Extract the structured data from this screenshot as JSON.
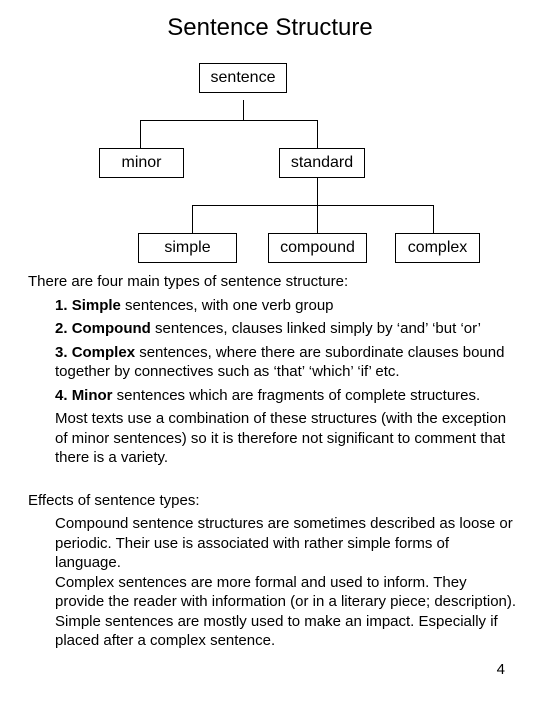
{
  "title": "Sentence Structure",
  "tree": {
    "root": "sentence",
    "level1": [
      "minor",
      "standard"
    ],
    "level2": [
      "simple",
      "compound",
      "complex"
    ]
  },
  "intro": "There are four main types of sentence structure:",
  "types": [
    {
      "num": "1.",
      "name": "Simple",
      "desc": " sentences, with one verb group"
    },
    {
      "num": "2.",
      "name": "Compound",
      "desc": " sentences, clauses linked simply by ‘and’ ‘but ‘or’"
    },
    {
      "num": "3.",
      "name": "Complex",
      "desc": " sentences, where there are subordinate clauses bound together by connectives such as ‘that’ ‘which’ ‘if’ etc."
    },
    {
      "num": "4.",
      "name": "Minor",
      "desc": " sentences which are fragments of complete structures."
    }
  ],
  "most_texts": "Most texts use a combination of these structures (with the exception of minor sentences) so it is therefore not significant to comment that there is a variety.",
  "effects_heading": "Effects of sentence types:",
  "effects": [
    "Compound sentence structures are sometimes described as loose or periodic. Their use is associated with rather simple forms of language.",
    "Complex sentences are more formal and used to inform. They provide the reader with information (or in a literary piece; description).",
    "Simple sentences are mostly used to make an impact. Especially if placed after a complex sentence."
  ],
  "page_number": "4"
}
